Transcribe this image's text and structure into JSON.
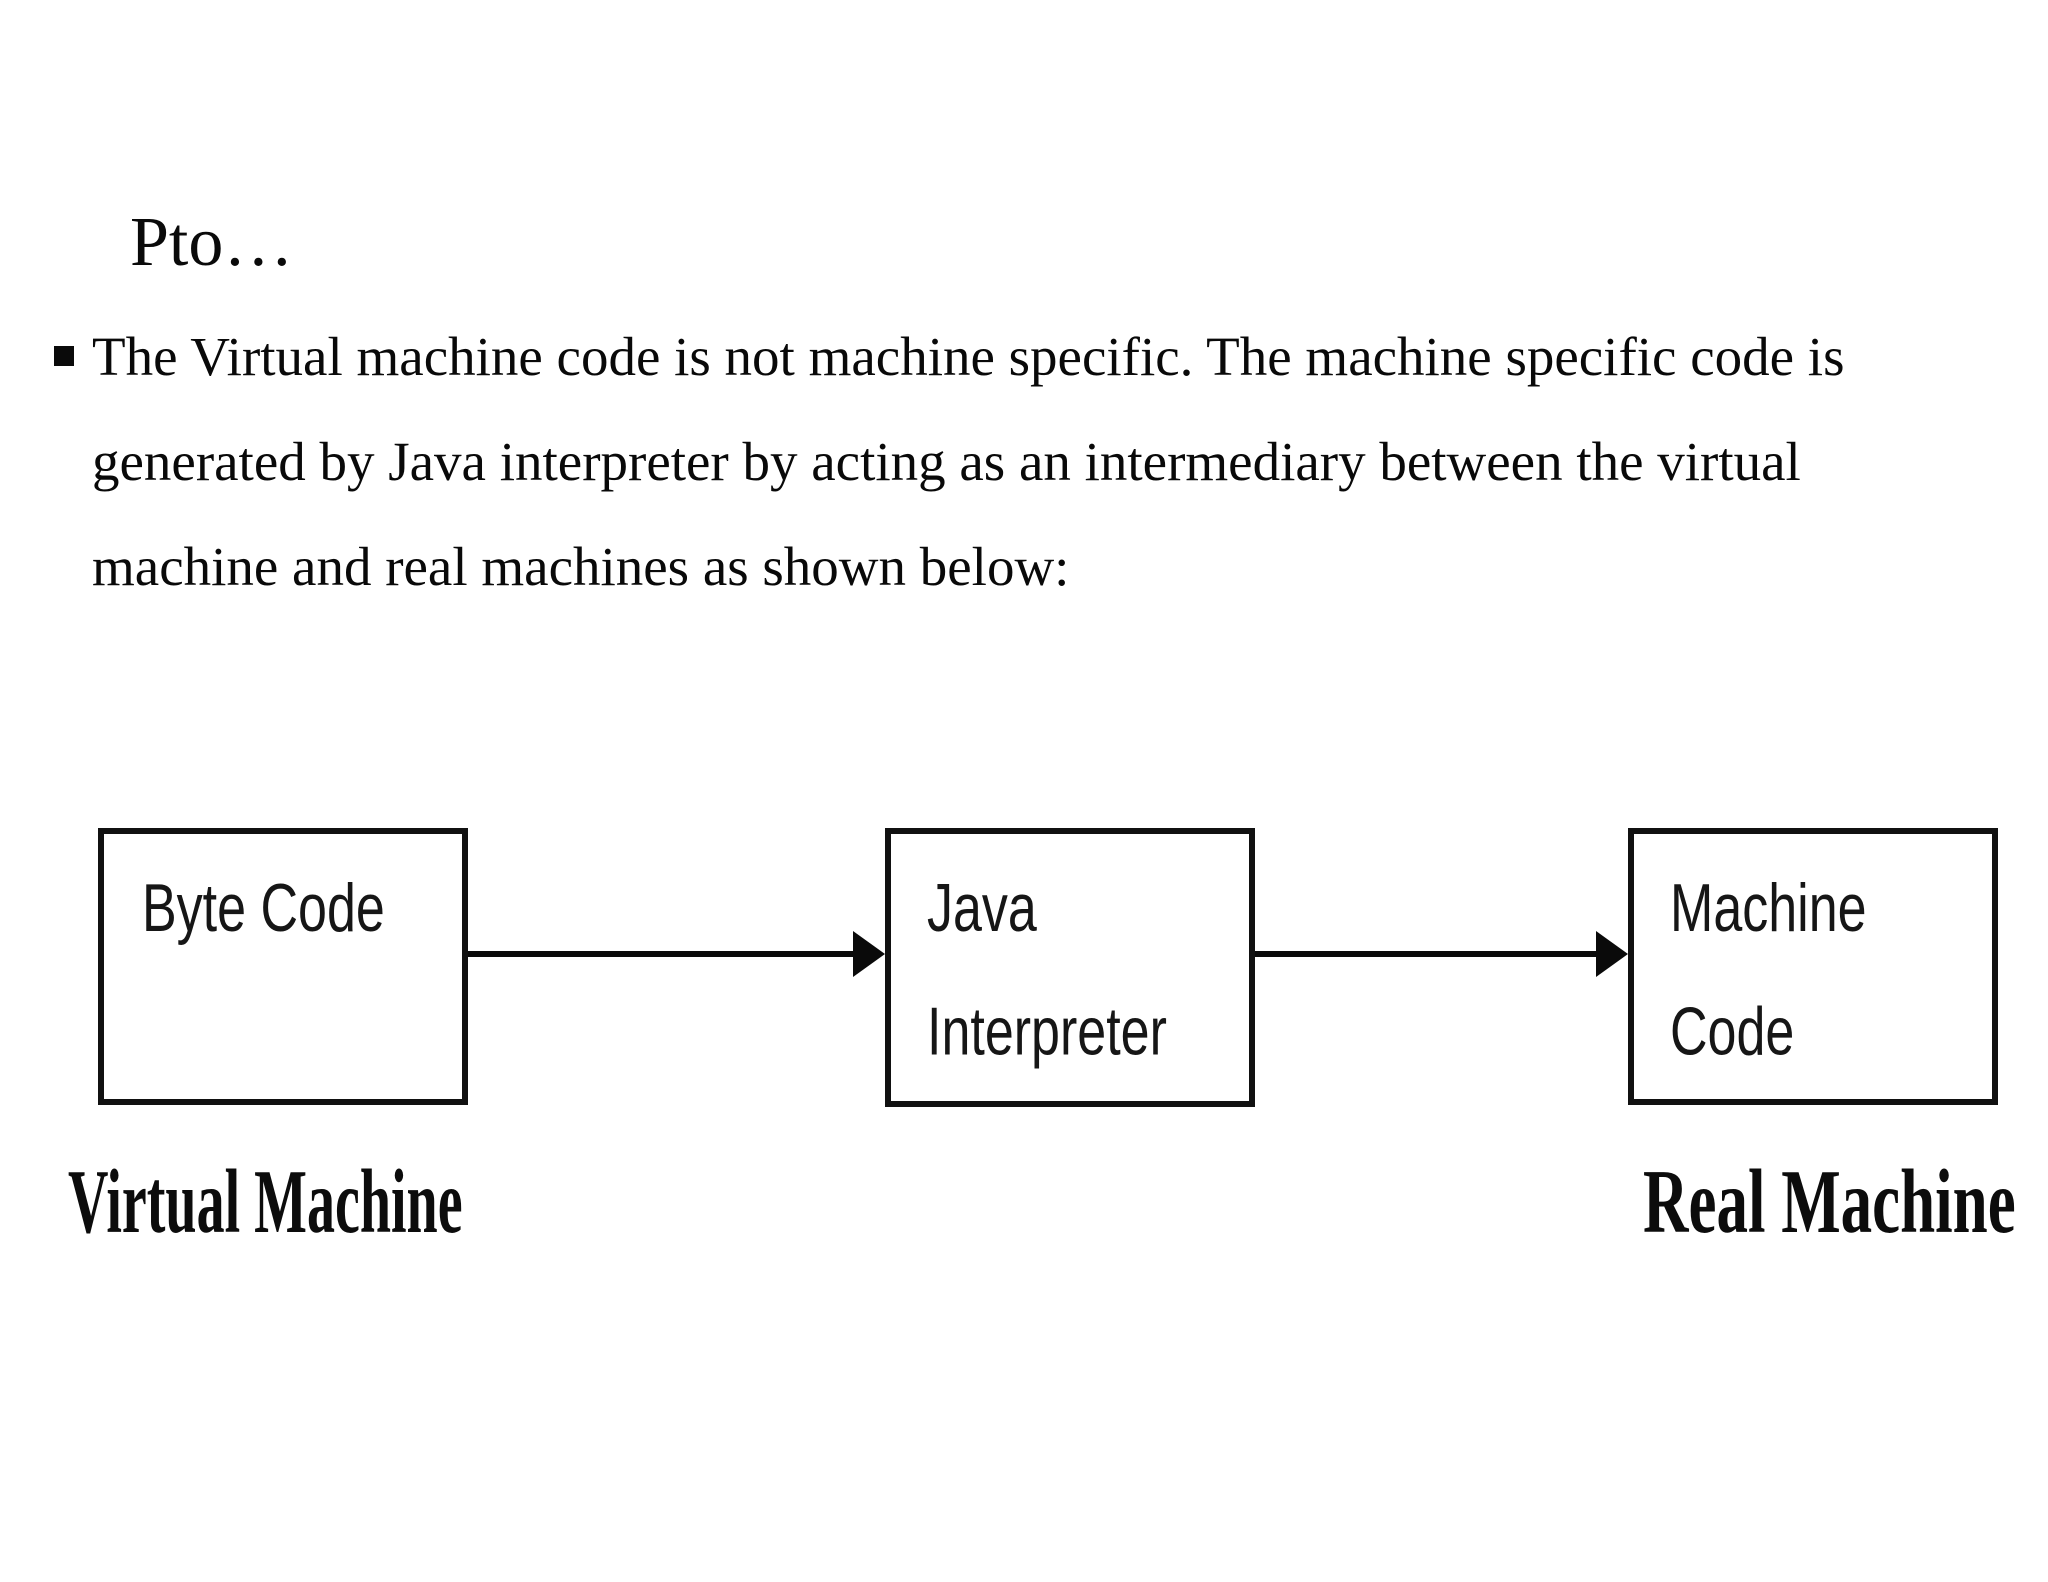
{
  "page": {
    "title": "Pto…",
    "bullet": {
      "lines": [
        "The Virtual machine code is not machine specific. The machine specific code is",
        "generated by Java interpreter by acting as an intermediary between the virtual",
        "machine and real machines as shown below:"
      ]
    }
  },
  "diagram": {
    "boxes": [
      {
        "id": "byte-code",
        "lines": [
          "Byte Code"
        ]
      },
      {
        "id": "java-interpreter",
        "lines": [
          "Java",
          "Interpreter"
        ]
      },
      {
        "id": "machine-code",
        "lines": [
          "Machine",
          "Code"
        ]
      }
    ],
    "labels": {
      "left": "Virtual Machine",
      "right": "Real Machine"
    },
    "colors": {
      "ink": "#0a0a0a",
      "box_border": "#111111",
      "background": "#ffffff"
    }
  }
}
